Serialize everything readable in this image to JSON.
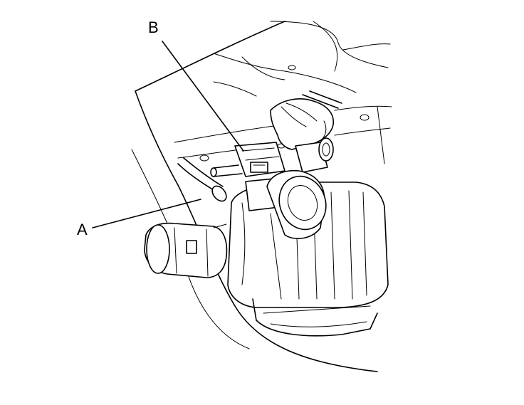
{
  "diagram": {
    "callouts": [
      {
        "id": "A",
        "label": "A"
      },
      {
        "id": "B",
        "label": "B"
      }
    ],
    "colors": {
      "line": "#000000",
      "background": "#ffffff"
    }
  }
}
